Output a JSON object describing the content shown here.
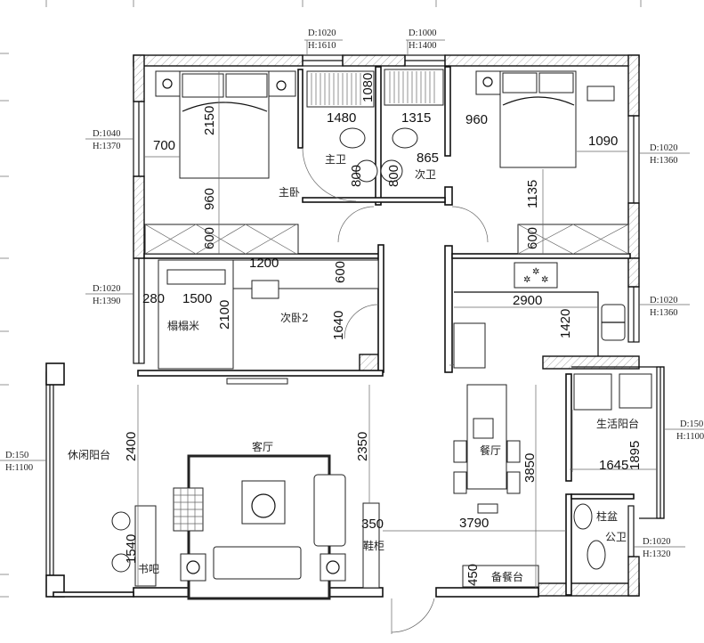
{
  "rooms": {
    "master_bedroom": "主卧",
    "master_bath": "主卫",
    "second_bath": "次卫",
    "second_bedroom_2": "次卧2",
    "tatami": "榻榻米",
    "living_room": "客厅",
    "leisure_balcony": "休闲阳台",
    "dining_room": "餐厅",
    "utility_balcony": "生活阳台",
    "pedestal_basin": "柱盆",
    "public_bath": "公卫",
    "study_bar": "书吧",
    "shoe_cabinet": "鞋柜",
    "pantry_counter": "备餐台"
  },
  "dimensions": {
    "mb_bed_len": "2150",
    "mb_side": "700",
    "mb_foot": "960",
    "mb_wardrobe": "600",
    "bath1_w": "1480",
    "bath2_w": "1315",
    "bath2_tub": "1080",
    "bath2_depth": "865",
    "bath1_sink": "800",
    "bath2_sink": "800",
    "b2_left": "960",
    "b2_right": "1090",
    "b2_foot": "1135",
    "b2_wardrobe": "600",
    "sb_desk": "1200",
    "sb_cab": "600",
    "sb_280": "280",
    "tatami_w": "1500",
    "tatami_len": "2100",
    "sb_depth": "1640",
    "kitchen_w": "2900",
    "kitchen_d": "1420",
    "balcony_len": "2400",
    "living_len": "2350",
    "bar_len": "1540",
    "shoe_w": "350",
    "dining_len": "3850",
    "dining_w": "3790",
    "util_w": "1645",
    "util_d": "1895",
    "pantry_d": "450"
  },
  "windows": [
    {
      "d": "D:1020",
      "h": "H:1610"
    },
    {
      "d": "D:1000",
      "h": "H:1400"
    },
    {
      "d": "D:1040",
      "h": "H:1370"
    },
    {
      "d": "D:1020",
      "h": "H:1390"
    },
    {
      "d": "D:1020",
      "h": "H:1360"
    },
    {
      "d": "D:1020",
      "h": "H:1360"
    },
    {
      "d": "D:150",
      "h": "H:1100"
    },
    {
      "d": "D:150",
      "h": "H:1100"
    },
    {
      "d": "D:1020",
      "h": "H:1320"
    }
  ]
}
